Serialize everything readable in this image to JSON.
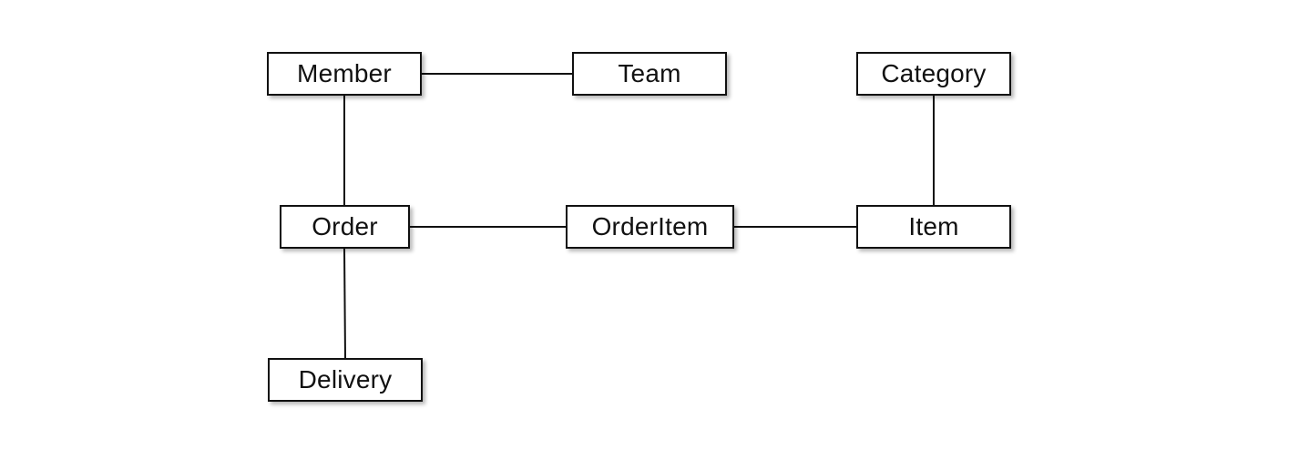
{
  "diagram": {
    "entities": {
      "member": "Member",
      "team": "Team",
      "category": "Category",
      "order": "Order",
      "orderitem": "OrderItem",
      "item": "Item",
      "delivery": "Delivery"
    },
    "relationships": [
      {
        "from": "Member",
        "to": "Team"
      },
      {
        "from": "Member",
        "to": "Order"
      },
      {
        "from": "Order",
        "to": "OrderItem"
      },
      {
        "from": "OrderItem",
        "to": "Item"
      },
      {
        "from": "Category",
        "to": "Item"
      },
      {
        "from": "Order",
        "to": "Delivery"
      }
    ],
    "colors": {
      "line": "#111111",
      "box_border": "#111111",
      "box_fill": "#ffffff"
    }
  }
}
